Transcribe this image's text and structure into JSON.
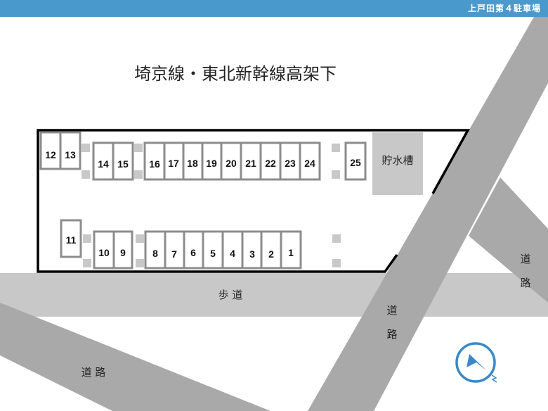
{
  "facility_name": "上戸田第４駐車場",
  "location_label": "埼京線・東北新幹線高架下",
  "water_tank_label": "貯水槽",
  "sidewalk_label": "歩 道",
  "road_label_left": "道 路",
  "road_label_middle": [
    "道",
    "路"
  ],
  "road_label_right": [
    "道",
    "路"
  ],
  "compass_icon": "compass-north-arrow-icon",
  "colors": {
    "header": "#4a99cd",
    "road": "#a9a9a9",
    "sidewalk": "#c8c8c8",
    "slot_border": "#8c8c8c",
    "compass": "#3a88c8"
  },
  "parking_slots": {
    "top_row": [
      "12",
      "13",
      "14",
      "15",
      "16",
      "17",
      "18",
      "19",
      "20",
      "21",
      "22",
      "23",
      "24",
      "25"
    ],
    "bottom_row": [
      "11",
      "10",
      "9",
      "8",
      "7",
      "6",
      "5",
      "4",
      "3",
      "2",
      "1"
    ]
  }
}
